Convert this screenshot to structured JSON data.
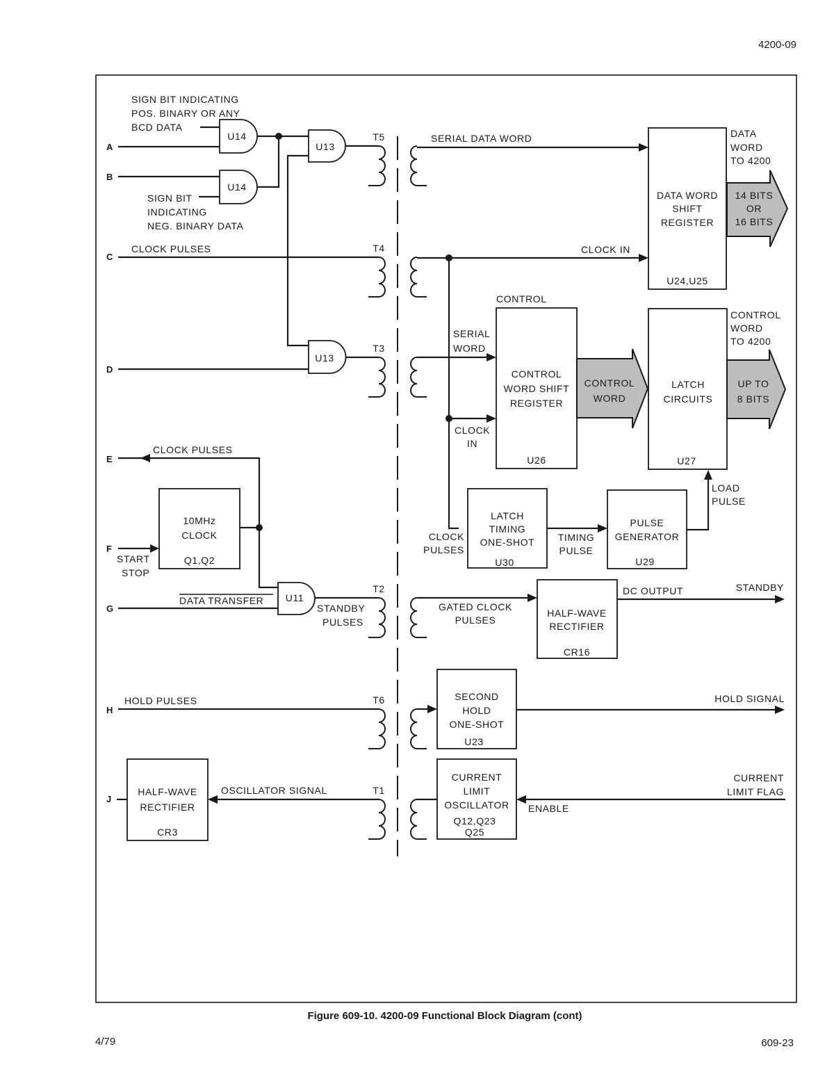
{
  "page": {
    "header_code": "4200-09",
    "footer_date": "4/79",
    "footer_page": "609-23",
    "caption": "Figure 609-10. 4200-09 Functional Block Diagram (cont)"
  },
  "pins": [
    "A",
    "B",
    "C",
    "D",
    "E",
    "F",
    "G",
    "H",
    "J"
  ],
  "gates": {
    "u14_top": "U14",
    "u14_bottom": "U14",
    "u13_top": "U13",
    "u13_bottom": "U13",
    "u11": "U11"
  },
  "transformers": [
    "T5",
    "T4",
    "T3",
    "T2",
    "T6",
    "T1"
  ],
  "left_labels": {
    "sign_pos": [
      "SIGN BIT INDICATING",
      "POS. BINARY OR ANY",
      "BCD DATA"
    ],
    "sign_neg": [
      "SIGN BIT",
      "INDICATING",
      "NEG. BINARY DATA"
    ],
    "clock_pulses_c": "CLOCK PULSES",
    "clock_pulses_e": "CLOCK PULSES",
    "start_stop": [
      "START",
      "STOP"
    ],
    "data_transfer": "DATA TRANSFER",
    "standby_pulses": [
      "STANDBY",
      "PULSES"
    ],
    "hold_pulses": "HOLD PULSES",
    "oscillator_signal": "OSCILLATOR SIGNAL"
  },
  "blocks": {
    "clock": {
      "lines": [
        "10MHz",
        "CLOCK"
      ],
      "ref": "Q1,Q2"
    },
    "rect_cr3": {
      "lines": [
        "HALF-WAVE",
        "RECTIFIER"
      ],
      "ref": "CR3"
    },
    "data_sr": {
      "lines": [
        "DATA WORD",
        "SHIFT",
        "REGISTER"
      ],
      "ref": "U24,U25"
    },
    "control_sr": {
      "title": "CONTROL",
      "lines": [
        "CONTROL",
        "WORD SHIFT",
        "REGISTER"
      ],
      "ref": "U26"
    },
    "latch": {
      "lines": [
        "LATCH",
        "CIRCUITS"
      ],
      "ref": "U27"
    },
    "latch_timing": {
      "lines": [
        "LATCH",
        "TIMING",
        "ONE-SHOT"
      ],
      "ref": "U30"
    },
    "pulse_gen": {
      "lines": [
        "PULSE",
        "GENERATOR"
      ],
      "ref": "U29"
    },
    "rect_cr16": {
      "lines": [
        "HALF-WAVE",
        "RECTIFIER"
      ],
      "ref": "CR16"
    },
    "hold_oneshot": {
      "lines": [
        "SECOND",
        "HOLD",
        "ONE-SHOT"
      ],
      "ref": "U23"
    },
    "cl_osc": {
      "lines": [
        "CURRENT",
        "LIMIT",
        "OSCILLATOR"
      ],
      "ref": [
        "Q12,Q23",
        "Q25"
      ]
    }
  },
  "right_labels": {
    "serial_data_word": "SERIAL DATA WORD",
    "clock_in_top": "CLOCK IN",
    "data_word_out": [
      "DATA",
      "WORD",
      "TO 4200"
    ],
    "bus_data": [
      "14 BITS",
      "OR",
      "16 BITS"
    ],
    "serial_word": [
      "SERIAL",
      "WORD"
    ],
    "clock_in_ctrl": [
      "CLOCK",
      "IN"
    ],
    "bus_control": [
      "CONTROL",
      "WORD"
    ],
    "control_word_out": [
      "CONTROL",
      "WORD",
      "TO  4200"
    ],
    "bus_latch": [
      "UP TO",
      "8 BITS"
    ],
    "load_pulse": [
      "LOAD",
      "PULSE"
    ],
    "clock_pulses": [
      "CLOCK",
      "PULSES"
    ],
    "timing_pulse": [
      "TIMING",
      "PULSE"
    ],
    "gated_clock": [
      "GATED CLOCK",
      "PULSES"
    ],
    "dc_output": "DC OUTPUT",
    "standby": "STANDBY",
    "hold_signal": "HOLD SIGNAL",
    "current_limit_flag": [
      "CURRENT",
      "LIMIT FLAG"
    ],
    "enable": "ENABLE"
  }
}
